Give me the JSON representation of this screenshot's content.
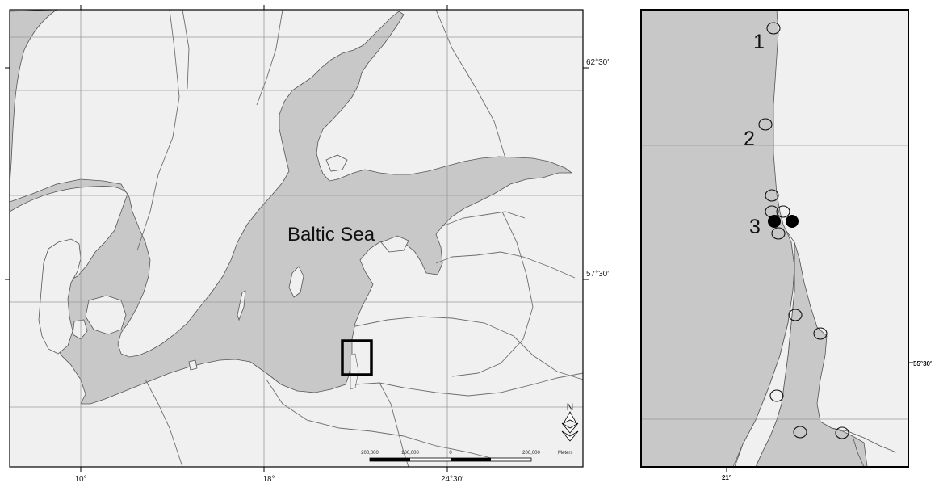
{
  "overview_map": {
    "sea_label": "Baltic Sea",
    "lon_labels": [
      "10°",
      "18°",
      "24°30′"
    ],
    "lat_labels": [
      "62°30′",
      "57°30′"
    ],
    "scale_bar": {
      "ticks": [
        "200,000",
        "100,000",
        "0",
        "200,000"
      ],
      "unit": "Meters"
    },
    "north_label": "N"
  },
  "detail_map": {
    "lon_labels": [
      "21°"
    ],
    "lat_labels": [
      "55°30′"
    ],
    "site_labels": [
      "1",
      "2",
      "3"
    ]
  },
  "colors": {
    "land": "#f0f0f0",
    "water": "#c8c8c8",
    "border": "#6e6e6e",
    "grid": "#9a9a9a",
    "frame": "#000000"
  }
}
